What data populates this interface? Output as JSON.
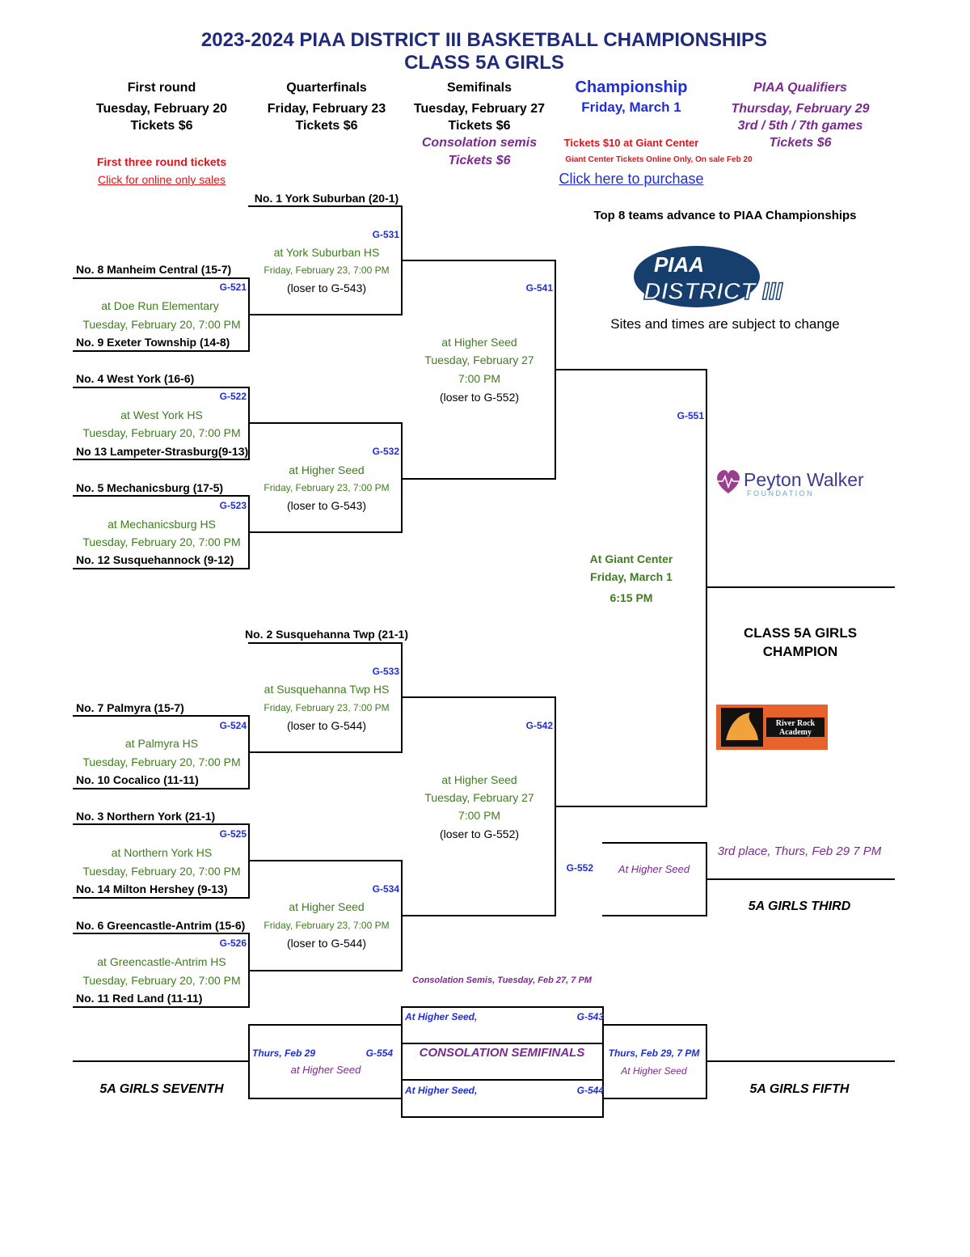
{
  "title": {
    "line1": "2023-2024 PIAA DISTRICT III BASKETBALL CHAMPIONSHIPS",
    "line2": "CLASS 5A GIRLS"
  },
  "headers": {
    "first_round": {
      "name": "First round",
      "date": "Tuesday, February 20",
      "tickets": "Tickets $6",
      "note": "First three round tickets",
      "link": "Click for online only sales"
    },
    "quarterfinals": {
      "name": "Quarterfinals",
      "date": "Friday, February 23",
      "tickets": "Tickets $6"
    },
    "semifinals": {
      "name": "Semifinals",
      "date": "Tuesday, February 27",
      "tickets": "Tickets $6",
      "consolation": "Consolation semis",
      "consolation_tickets": "Tickets $6"
    },
    "championship": {
      "name": "Championship",
      "date": "Friday, March 1",
      "tickets": "Tickets $10 at Giant Center",
      "online_note": "Giant Center Tickets Online Only, On sale Feb 20",
      "link": "Click here to purchase"
    },
    "qualifiers": {
      "name": "PIAA Qualifiers",
      "date": "Thursday, February 29",
      "games": "3rd / 5th / 7th  games",
      "tickets": "Tickets $6"
    }
  },
  "notes": {
    "advance": "Top 8 teams advance to PIAA Championships",
    "subject": "Sites and times are subject to change"
  },
  "logos": {
    "piaa_top": "PIAA",
    "piaa_bottom": "DISTRICT III",
    "peyton_name": "Peyton Walker",
    "peyton_sub": "F O U N D A T I O N",
    "river_rock": "River Rock",
    "river_rock_sub": "Academy"
  },
  "teams": {
    "york_suburban": "No. 1 York Suburban (20-1)",
    "manheim": "No. 8 Manheim Central (15-7)",
    "exeter": "No. 9 Exeter Township (14-8)",
    "west_york": "No. 4 West York (16-6)",
    "lampeter": "No 13 Lampeter-Strasburg(9-13)",
    "mechanicsburg": "No. 5 Mechanicsburg (17-5)",
    "susquehannock": "No. 12 Susquehannock (9-12)",
    "susquehanna": "No. 2 Susquehanna Twp (21-1)",
    "palmyra": "No. 7 Palmyra (15-7)",
    "cocalico": "No. 10 Cocalico (11-11)",
    "northern_york": "No. 3 Northern York (21-1)",
    "milton": "No. 14 Milton Hershey (9-13)",
    "greencastle": "No. 6 Greencastle-Antrim (15-6)",
    "red_land": "No. 11 Red Land (11-11)"
  },
  "games": {
    "g521": {
      "id": "G-521",
      "site": "at Doe Run Elementary",
      "time": "Tuesday, February 20, 7:00 PM"
    },
    "g522": {
      "id": "G-522",
      "site": "at West York HS",
      "time": "Tuesday, February 20, 7:00 PM"
    },
    "g523": {
      "id": "G-523",
      "site": "at Mechanicsburg HS",
      "time": "Tuesday, February 20, 7:00 PM"
    },
    "g524": {
      "id": "G-524",
      "site": "at Palmyra HS",
      "time": "Tuesday, February 20, 7:00 PM"
    },
    "g525": {
      "id": "G-525",
      "site": "at Northern York HS",
      "time": "Tuesday, February 20, 7:00 PM"
    },
    "g526": {
      "id": "G-526",
      "site": "at Greencastle-Antrim HS",
      "time": "Tuesday, February 20, 7:00 PM"
    },
    "g531": {
      "id": "G-531",
      "site": "at York Suburban HS",
      "time": "Friday, February 23, 7:00 PM",
      "loser": "(loser to G-543)"
    },
    "g532": {
      "id": "G-532",
      "site": "at Higher Seed",
      "time": "Friday, February 23, 7:00 PM",
      "loser": "(loser to G-543)"
    },
    "g533": {
      "id": "G-533",
      "site": "at Susquehanna Twp HS",
      "time": "Friday, February 23, 7:00 PM",
      "loser": "(loser to G-544)"
    },
    "g534": {
      "id": "G-534",
      "site": "at Higher Seed",
      "time": "Friday, February 23, 7:00 PM",
      "loser": "(loser to G-544)"
    },
    "g541": {
      "id": "G-541",
      "site": "at Higher Seed",
      "date": "Tuesday, February 27",
      "time": "7:00 PM",
      "loser": "(loser to G-552)"
    },
    "g542": {
      "id": "G-542",
      "site": "at Higher Seed",
      "date": "Tuesday, February 27",
      "time": "7:00 PM",
      "loser": "(loser to G-552)"
    },
    "g551": {
      "id": "G-551",
      "site": "At Giant Center",
      "date": "Friday, March 1",
      "time": "6:15 PM"
    },
    "g552": {
      "id": "G-552",
      "site": "At Higher Seed",
      "note": "3rd place, Thurs, Feb 29  7 PM"
    },
    "g543": {
      "id": "G-543",
      "site": "At Higher Seed,"
    },
    "g544": {
      "id": "G-544",
      "site": "At Higher Seed,"
    },
    "g554": {
      "id": "G-554",
      "date": "Thurs, Feb 29",
      "site": "at Higher Seed"
    },
    "g553": {
      "date": "Thurs, Feb 29, 7 PM",
      "site": "At Higher Seed"
    }
  },
  "results": {
    "champion_line1": "CLASS 5A GIRLS",
    "champion_line2": "CHAMPION",
    "third": "5A GIRLS THIRD",
    "fifth": "5A GIRLS FIFTH",
    "seventh": "5A GIRLS SEVENTH"
  },
  "consolation": {
    "semis_note": "Consolation Semis, Tuesday, Feb 27, 7 PM",
    "title": "CONSOLATION SEMIFINALS"
  }
}
